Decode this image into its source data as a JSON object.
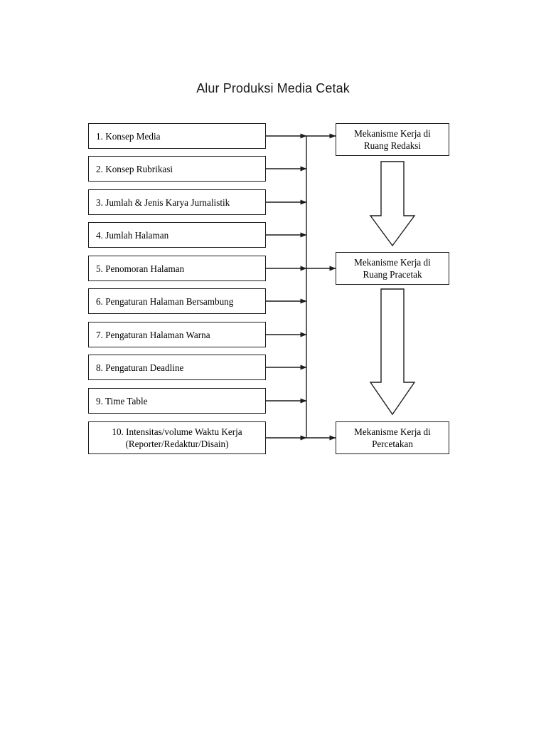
{
  "title": "Alur Produksi Media Cetak",
  "colors": {
    "stroke": "#1c1c1c",
    "background": "#ffffff",
    "title_text": "#1a1a1a",
    "body_text": "#000000"
  },
  "inputs": [
    {
      "label": "1. Konsep Media"
    },
    {
      "label": "2. Konsep Rubrikasi"
    },
    {
      "label": "3. Jumlah & Jenis Karya Jurnalistik"
    },
    {
      "label": "4. Jumlah Halaman"
    },
    {
      "label": "5. Penomoran Halaman"
    },
    {
      "label": "6. Pengaturan Halaman Bersambung"
    },
    {
      "label": "7. Pengaturan Halaman Warna"
    },
    {
      "label": "8. Pengaturan Deadline"
    },
    {
      "label": "9. Time Table"
    },
    {
      "label_line1": "10. Intensitas/volume Waktu Kerja",
      "label_line2": "(Reporter/Redaktur/Disain)"
    }
  ],
  "stages": [
    {
      "line1": "Mekanisme Kerja di",
      "line2": "Ruang Redaksi"
    },
    {
      "line1": "Mekanisme Kerja di",
      "line2": "Ruang Pracetak"
    },
    {
      "line1": "Mekanisme Kerja di",
      "line2": "Percetakan"
    }
  ]
}
